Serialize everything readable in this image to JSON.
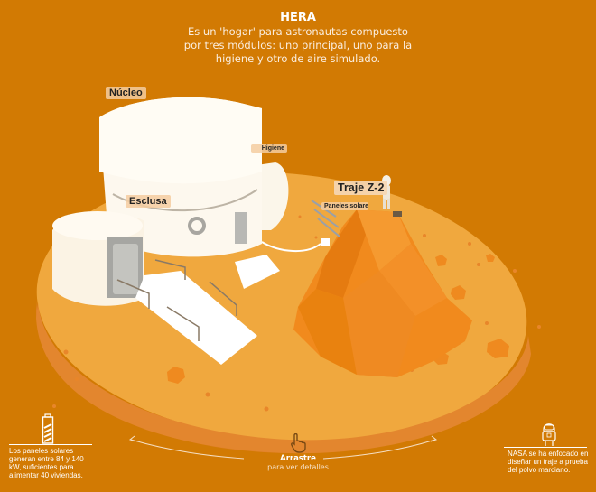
{
  "header": {
    "title": "HERA",
    "description": "Es un 'hogar' para astronautas compuesto por tres módulos: uno principal, uno para la higiene y otro de aire simulado."
  },
  "labels": {
    "nucleo": "Núcleo",
    "higiene": "Higiene",
    "esclusa": "Esclusa",
    "traje": "Traje Z-2",
    "paneles": "Paneles solares"
  },
  "info_left": {
    "icon": "battery-icon",
    "text": "Los paneles solares generan entre 84 y 140 kW, suficientes para alimentar 40 viviendas."
  },
  "info_right": {
    "icon": "astronaut-icon",
    "text": "NASA se ha enfocado en diseñar un traje a prueba del polvo marciano."
  },
  "drag_hint": {
    "icon": "hand-pointer-icon",
    "title": "Arrastre",
    "subtitle": "para ver detalles"
  },
  "colors": {
    "background": "#d27a03",
    "ground_top": "#f0a83e",
    "ground_side": "#e58a2c",
    "mountain": "#f18a1d",
    "habitat": "#fbf4e6",
    "label_bg": "#f5cda0"
  }
}
